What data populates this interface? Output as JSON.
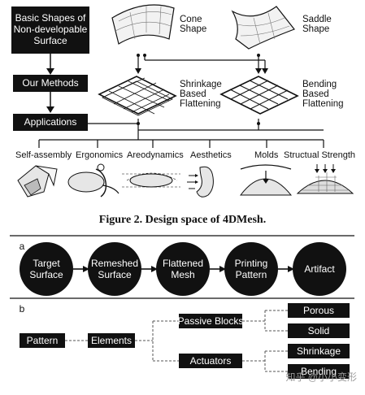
{
  "figure2": {
    "title_box": "Basic Shapes of\nNon-developable\nSurface",
    "methods_box": "Our Methods",
    "applications_box": "Applications",
    "shapes": [
      {
        "label": "Cone\nShape"
      },
      {
        "label": "Saddle\nShape"
      }
    ],
    "methods": [
      {
        "label": "Shrinkage\nBased\nFlattening"
      },
      {
        "label": "Bending\nBased\nFlattening"
      }
    ],
    "applications": [
      "Self-assembly",
      "Ergonomics",
      "Areodynamics",
      "Aesthetics",
      "Molds",
      "Structual Strength"
    ],
    "caption": "Figure 2. Design space of 4DMesh."
  },
  "panel_a": {
    "letter": "a",
    "steps": [
      "Target\nSurface",
      "Remeshed\nSurface",
      "Flattened\nMesh",
      "Printing\nPattern",
      "Artifact"
    ]
  },
  "panel_b": {
    "letter": "b",
    "pattern": "Pattern",
    "elements": "Elements",
    "passive_blocks": "Passive Blocks",
    "actuators": "Actuators",
    "porous": "Porous",
    "solid": "Solid",
    "shrinkage": "Shrinkage",
    "bending": "Bending"
  },
  "watermark": "知乎 @小小变形"
}
